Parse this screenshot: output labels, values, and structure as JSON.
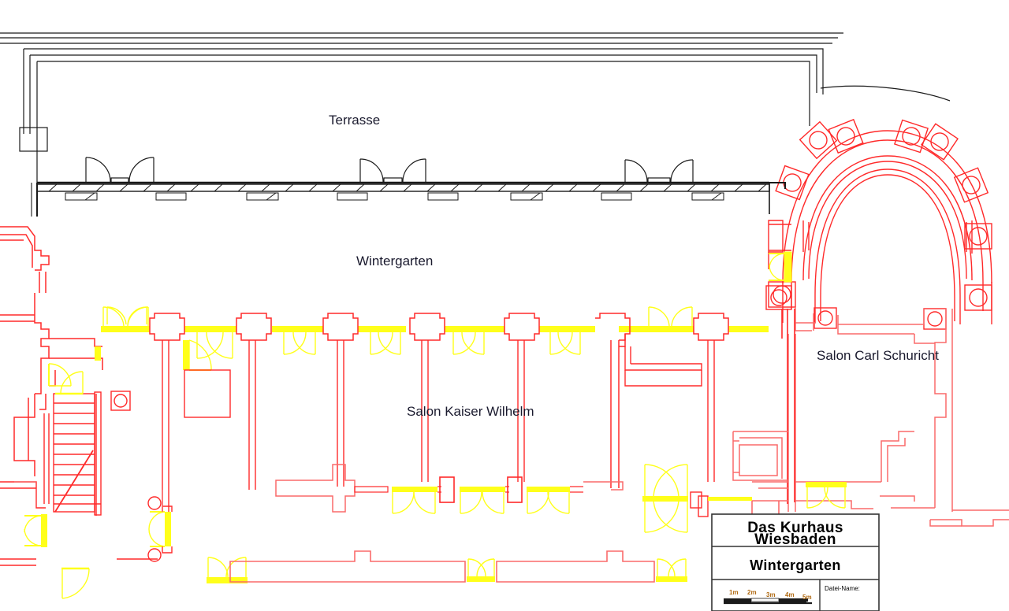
{
  "drawing": {
    "type": "architectural-floor-plan",
    "background_color": "#ffffff",
    "line_colors": {
      "existing_black": "#1a1a1a",
      "wall_red": "#ff2a2a",
      "wall_red_light": "#fa6a6a",
      "opening_yellow": "#ffff1a",
      "scale_label": "#b06a12"
    }
  },
  "room_labels": {
    "terrasse": "Terrasse",
    "wintergarten": "Wintergarten",
    "salon_kaiser_wilhelm": "Salon Kaiser Wilhelm",
    "salon_carl_schuricht": "Salon Carl Schuricht"
  },
  "title_block": {
    "building_line1": "Das Kurhaus",
    "building_line2": "Wiesbaden",
    "plan_name": "Wintergarten",
    "file_label": "Datei-Name:",
    "file_value": "",
    "scale_bar": {
      "ticks": [
        "1m",
        "2m",
        "3m",
        "4m",
        "5m"
      ]
    }
  }
}
